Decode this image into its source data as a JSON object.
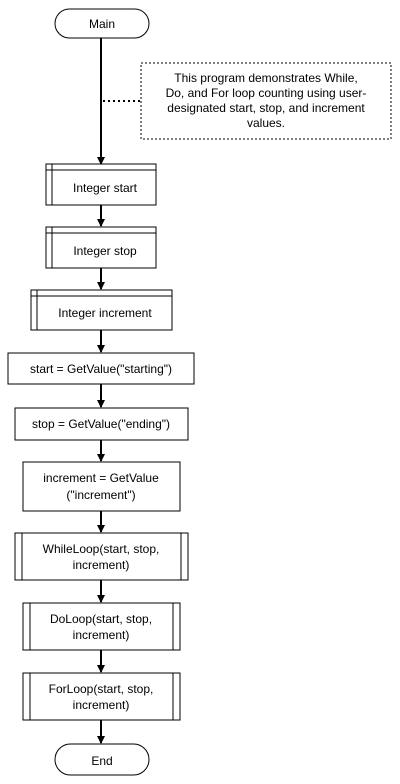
{
  "diagram": {
    "start": {
      "label": "Main"
    },
    "comment": {
      "lines": [
        "This program demonstrates While,",
        "Do, and For loop counting using user-",
        "designated start, stop, and increment",
        "values."
      ]
    },
    "declarations": [
      {
        "label": "Integer start"
      },
      {
        "label": "Integer stop"
      },
      {
        "label": "Integer increment"
      }
    ],
    "assignments": [
      {
        "lines": [
          "start = GetValue(\"starting\")"
        ]
      },
      {
        "lines": [
          "stop = GetValue(\"ending\")"
        ]
      },
      {
        "lines": [
          "increment = GetValue",
          "(\"increment\")"
        ]
      }
    ],
    "calls": [
      {
        "lines": [
          "WhileLoop(start, stop,",
          "increment)"
        ]
      },
      {
        "lines": [
          "DoLoop(start, stop,",
          "increment)"
        ]
      },
      {
        "lines": [
          "ForLoop(start, stop,",
          "increment)"
        ]
      }
    ],
    "end": {
      "label": "End"
    }
  }
}
